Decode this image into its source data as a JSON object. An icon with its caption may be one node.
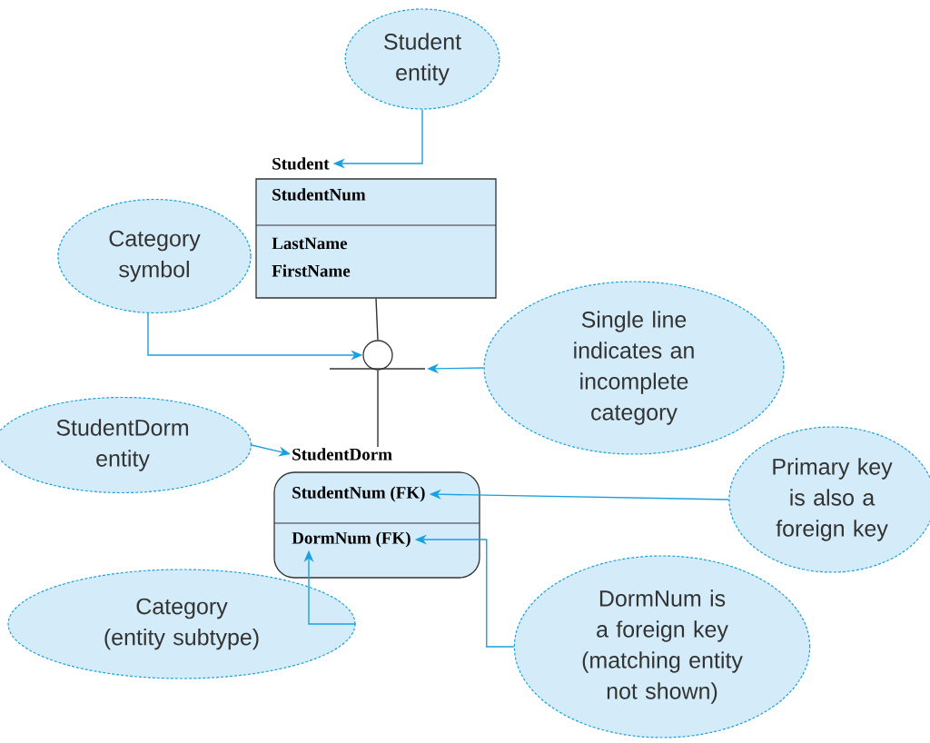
{
  "diagram": {
    "nodes": [
      {
        "text": [
          "Student entity"
        ]
      },
      {
        "text": [
          "Student",
          "StudentNum",
          "LastName",
          "FirstName"
        ]
      },
      {
        "text": [
          "Category symbol"
        ]
      },
      {
        "text": [],
        "shape": "circle"
      },
      {
        "text": [
          "Single line indicates an incomplete category"
        ]
      },
      {
        "text": [
          "StudentDorm entity"
        ]
      },
      {
        "text": [
          "StudentDorm",
          "StudentNum (FK)",
          "DormNum (FK)"
        ]
      },
      {
        "text": [
          "Primary key is also a foreign key"
        ]
      },
      {
        "text": [
          "Category (entity subtype)"
        ]
      },
      {
        "text": [
          "DormNum is a foreign key (matching entity not shown)"
        ]
      }
    ],
    "edges": [
      {
        "from": 0,
        "to": 1,
        "arrow": "to"
      },
      {
        "from": 1,
        "to": 3,
        "arrow": "none",
        "color": "#333333"
      },
      {
        "from": 3,
        "to": 6,
        "arrow": "none",
        "color": "#333333"
      },
      {
        "from": 2,
        "to": 3,
        "arrow": "to"
      },
      {
        "from": 4,
        "to": 3,
        "arrow": "to"
      },
      {
        "from": 5,
        "to": 6,
        "arrow": "to"
      },
      {
        "from": 7,
        "to": 6,
        "arrow": "to"
      },
      {
        "from": 9,
        "to": 6,
        "arrow": "to"
      },
      {
        "from": 8,
        "to": 6,
        "arrow": "to"
      }
    ]
  }
}
